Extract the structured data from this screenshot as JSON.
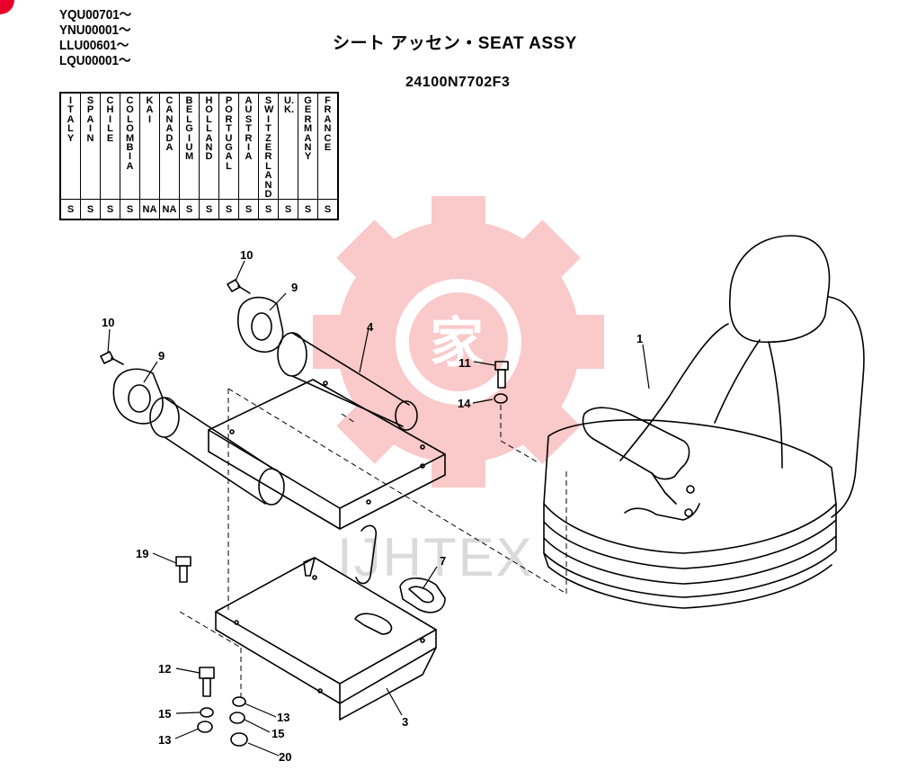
{
  "header": {
    "serials": [
      "YQU00701～",
      "YNU00001～",
      "LLU00601～",
      "LQU00001～"
    ],
    "title": "シート アッセン・SEAT ASSY",
    "part_number": "24100N7702F3"
  },
  "countries": [
    {
      "name": "ITALY",
      "code": "S"
    },
    {
      "name": "SPAIN",
      "code": "S"
    },
    {
      "name": "CHILE",
      "code": "S"
    },
    {
      "name": "COLOMBIA",
      "code": "S"
    },
    {
      "name": "KAI",
      "code": "NA"
    },
    {
      "name": "CANADA",
      "code": "NA"
    },
    {
      "name": "BELGIUM",
      "code": "S"
    },
    {
      "name": "HOLLAND",
      "code": "S"
    },
    {
      "name": "PORTUGAL",
      "code": "S"
    },
    {
      "name": "AUSTRIA",
      "code": "S"
    },
    {
      "name": "SWITZER LAND",
      "code": "S"
    },
    {
      "name": "U.K.",
      "code": "S"
    },
    {
      "name": "GERMANY",
      "code": "S"
    },
    {
      "name": "FRANCE",
      "code": "S"
    }
  ],
  "callouts": {
    "c1": "1",
    "c3": "3",
    "c4": "4",
    "c7": "7",
    "c9a": "9",
    "c9b": "9",
    "c10a": "10",
    "c10b": "10",
    "c11": "11",
    "c12": "12",
    "c13a": "13",
    "c13b": "13",
    "c14": "14",
    "c15a": "15",
    "c15b": "15",
    "c19": "19",
    "c20": "20"
  },
  "watermark": {
    "text": "IJHTEX",
    "color": "#f07070"
  }
}
